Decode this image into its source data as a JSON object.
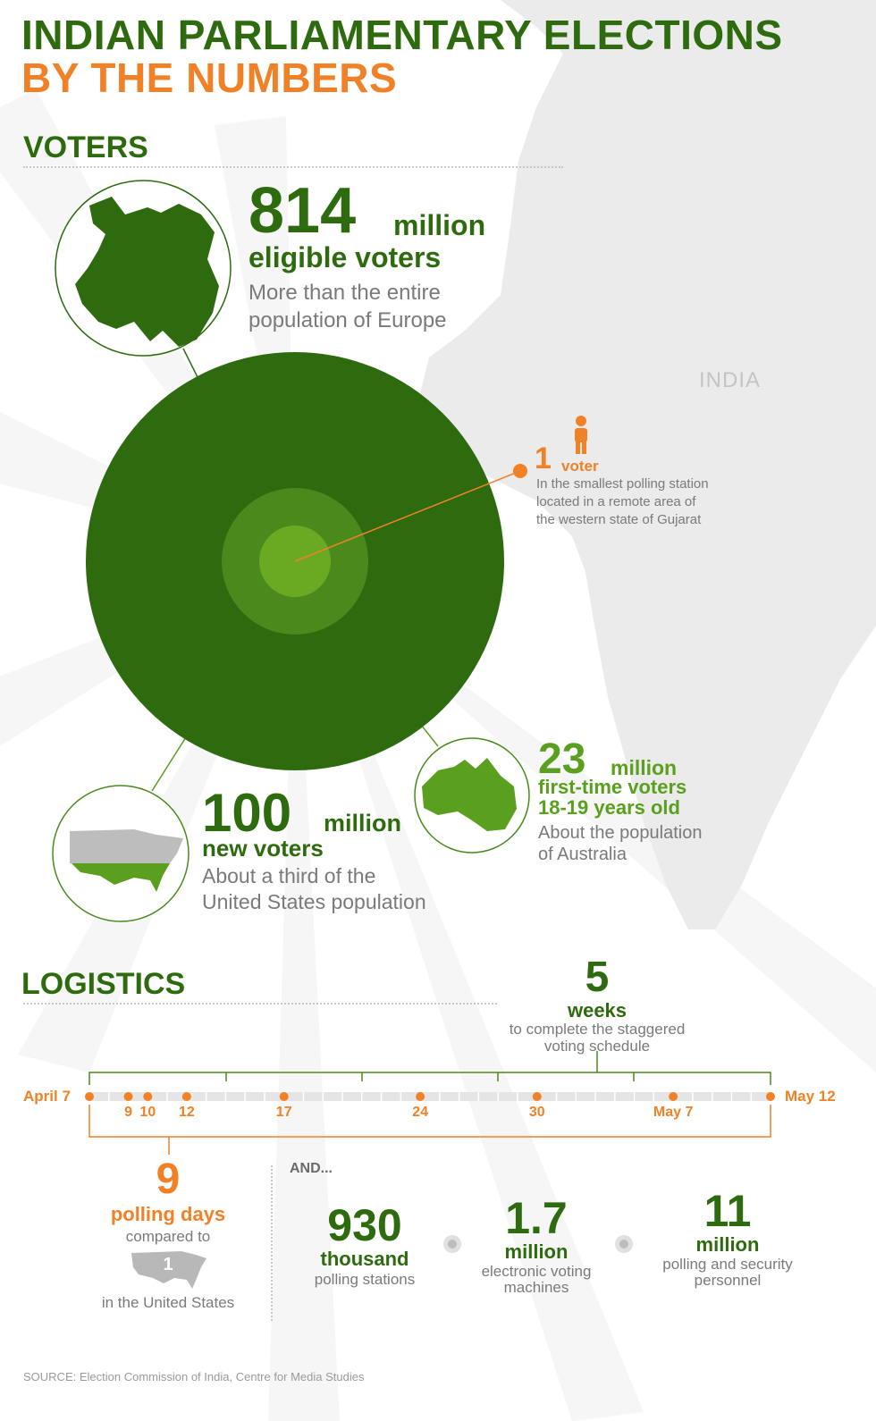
{
  "title": {
    "line1": "INDIAN PARLIAMENTARY ELECTIONS",
    "line2": "BY THE NUMBERS"
  },
  "map_label": "INDIA",
  "voters": {
    "heading": "VOTERS",
    "eligible": {
      "number": "814",
      "unit": "million",
      "label": "eligible voters",
      "desc_line1": "More than the entire",
      "desc_line2": "population of Europe"
    },
    "smallest": {
      "number": "1",
      "unit": "voter",
      "line1": "In the smallest polling station",
      "line2": "located in a remote area of",
      "line3": "the western state of Gujarat"
    },
    "first_time": {
      "number": "23",
      "unit": "million",
      "label_line1": "first-time voters",
      "label_line2": "18-19 years old",
      "desc_line1": "About the population",
      "desc_line2": "of Australia"
    },
    "new_voters": {
      "number": "100",
      "unit": "million",
      "label": "new voters",
      "desc_line1": "About a third of the",
      "desc_line2": "United States population"
    }
  },
  "logistics": {
    "heading": "LOGISTICS",
    "weeks": {
      "number": "5",
      "unit": "weeks",
      "line1": "to complete the staggered",
      "line2": "voting schedule"
    },
    "timeline": {
      "start": "April 7",
      "end": "May 12",
      "dates": [
        {
          "label": "9",
          "day": 2
        },
        {
          "label": "10",
          "day": 3
        },
        {
          "label": "12",
          "day": 5
        },
        {
          "label": "17",
          "day": 10
        },
        {
          "label": "24",
          "day": 17
        },
        {
          "label": "30",
          "day": 23
        },
        {
          "label": "May 7",
          "day": 30
        }
      ]
    },
    "polling_days": {
      "number": "9",
      "label": "polling days",
      "compared": "compared to",
      "us_number": "1",
      "us_label": "in the United States"
    },
    "and": "AND...",
    "stations": {
      "number": "930",
      "unit": "thousand",
      "label": "polling stations"
    },
    "machines": {
      "number": "1.7",
      "unit": "million",
      "line1": "electronic voting",
      "line2": "machines"
    },
    "personnel": {
      "number": "11",
      "unit": "million",
      "line1": "polling and security",
      "line2": "personnel"
    }
  },
  "source": "SOURCE: Election Commission of India, Centre for Media Studies",
  "colors": {
    "dark_green": "#2e6b0e",
    "mid_green": "#4a8a1c",
    "light_green": "#6aaa22",
    "orange": "#f08127",
    "gray_text": "#7a7a7a",
    "map_gray": "#ebebeb"
  }
}
